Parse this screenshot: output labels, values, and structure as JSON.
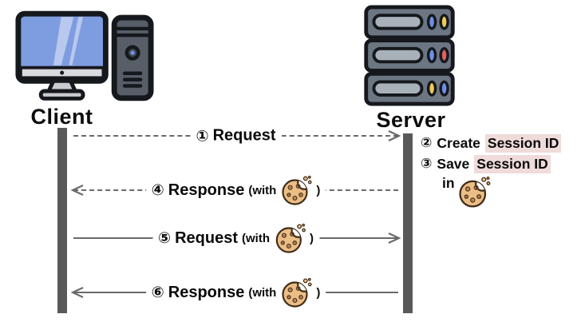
{
  "diagram": {
    "title_implicit": "Session cookie flow",
    "client": {
      "label": "Client"
    },
    "server": {
      "label": "Server"
    },
    "messages": [
      {
        "num": "①",
        "label": "Request",
        "style": "dashed",
        "direction": "right",
        "has_cookie": false
      },
      {
        "num": "④",
        "label": "Response",
        "style": "dashed",
        "direction": "left",
        "has_cookie": true,
        "with_prefix": "(with",
        "with_suffix": ")"
      },
      {
        "num": "⑤",
        "label": "Request",
        "style": "solid",
        "direction": "right",
        "has_cookie": true,
        "with_prefix": "(with",
        "with_suffix": ")"
      },
      {
        "num": "⑥",
        "label": "Response",
        "style": "solid",
        "direction": "left",
        "has_cookie": true,
        "with_prefix": "(with",
        "with_suffix": ")"
      }
    ],
    "server_notes": {
      "line1": {
        "num": "②",
        "text": "Create",
        "highlight": "Session ID"
      },
      "line2": {
        "num": "③",
        "text": "Save",
        "highlight": "Session ID"
      },
      "line3": {
        "text": "in",
        "has_cookie": true
      }
    },
    "icons": {
      "client": "desktop-computer-icon",
      "server": "server-rack-icon",
      "cookie": "cookie-icon",
      "arrow_right": "arrowhead-right-icon",
      "arrow_left": "arrowhead-left-icon"
    },
    "colors": {
      "lifeline": "#595959",
      "arrow_line": "#6a6a6a",
      "highlight_pink": "#eedbda",
      "cookie_fill": "#ebbe86",
      "cookie_outline": "#402c18",
      "screen_blue": "#7e9ce0",
      "tower_gray": "#575e68",
      "server_gray": "#6c7682",
      "light_blue": "#6f8fe8",
      "light_yellow": "#efc95c",
      "light_red": "#e06060"
    }
  }
}
